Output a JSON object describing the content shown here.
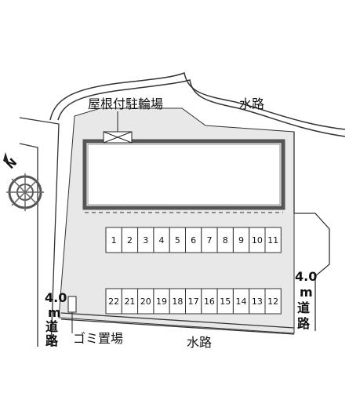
{
  "labels": {
    "bicycle_shelter": "屋根付駐輪場",
    "waterway_top": "水路",
    "waterway_bottom": "水路",
    "garbage": "ゴミ置場",
    "compass_letter": "N"
  },
  "roads": {
    "left": {
      "width": "4.0",
      "unit": "m",
      "word": "道路"
    },
    "right": {
      "width": "4.0",
      "unit": "m",
      "word": "道路"
    }
  },
  "parking": {
    "top_row": [
      "1",
      "2",
      "3",
      "4",
      "5",
      "6",
      "7",
      "8",
      "9",
      "10",
      "11"
    ],
    "bottom_row": [
      "22",
      "21",
      "20",
      "19",
      "18",
      "17",
      "16",
      "15",
      "14",
      "13",
      "12"
    ]
  },
  "colors": {
    "lot_fill": "#e8e8e8",
    "building_border": "#555555",
    "outline": "#333333",
    "waterway": "#333333"
  }
}
